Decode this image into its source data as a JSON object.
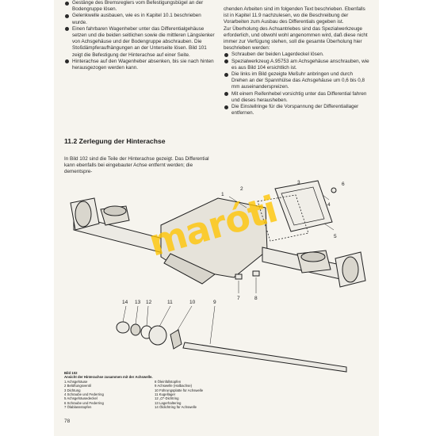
{
  "left_column": {
    "bullets": [
      "Gestänge des Bremsreglers vom Befestigungsbügel an der Bodengruppe lösen.",
      "Gelenkwelle ausbauen, wie es in Kapitel 10.1 beschrieben wurde.",
      "Einen fahrbaren Wagenheber unter das Differentialgehäuse setzen und die beiden seitlichen sowie die mittleren Längslenker von Achsgehäuse und der Bodengruppe abschrauben. Die Stoßdämpferaufhängungen an der Unterseite lösen. Bild 101 zeigt die Befestigung der Hinterachse auf einer Seite.",
      "Hinterachse auf den Wagenheber absenken, bis sie nach hinten herausgezogen werden kann."
    ],
    "heading": "11.2 Zerlegung der Hinterachse",
    "intro": "In Bild 102 sind die Teile der Hinterachse gezeigt. Das Differential kann ebenfalls bei eingebauter Achse entfernt werden; die dementspre-"
  },
  "right_column": {
    "paragraph1": "chenden Arbeiten sind im folgenden Text beschrieben. Ebenfalls ist in Kapitel 11.9 nachzulesen, wo die Beschreibung der Vorarbeiten zum Ausbau des Differentials gegeben ist.",
    "paragraph2": "Zur Überholung des Achsantriebes sind das Spezialwerkzeuge erforderlich, und obwohl wohl angenommen wird, daß diese nicht immer zur Verfügung stehen, soll die gesamte Überholung hier beschrieben werden:",
    "bullets": [
      "Schrauben der beiden Lagerdeckel lösen.",
      "Spezialwerkzeug A.95753 am Achsgehäuse anschrauben, wie es aus Bild 104 ersichtlich ist.",
      "Die links im Bild gezeigte Meßuhr anbringen und durch Drehen an der Spannhülse das Achsgehäuse um 0,6 bis 0,8 mm auseinanderspreizen.",
      "Mit einem Reifenhebel vorsichtig unter das Differential fahren und dieses herausheben.",
      "Die Einstellringe für die Vorspannung der Differentiallager entfernen."
    ]
  },
  "figure": {
    "callouts": [
      "1",
      "2",
      "3",
      "4",
      "5",
      "6",
      "7",
      "8",
      "9",
      "10",
      "11",
      "12",
      "13",
      "14"
    ],
    "caption_title": "Bild 102",
    "caption_subtitle": "Ansicht der Hinterachse zusammen mit der Achswelle.",
    "legend": [
      "1  Achsgehäuse",
      "2  Belüftungsventil",
      "3  Dichtung",
      "4  Schraube und Federring",
      "5  Achsgehäusedeckel",
      "6  Schraube und Federring",
      "7  Ölablassstopfen",
      "8  Öleinfüllstopfen",
      "9  Achswelle (Halbachse)",
      "10  Führungsplatte für Achswelle",
      "11  Kugellager",
      "12  „O“-Dichtring",
      "13  Lagerhaltering",
      "14  Öldichtring für Achswelle"
    ]
  },
  "watermark": "maróti",
  "page_number": "78"
}
